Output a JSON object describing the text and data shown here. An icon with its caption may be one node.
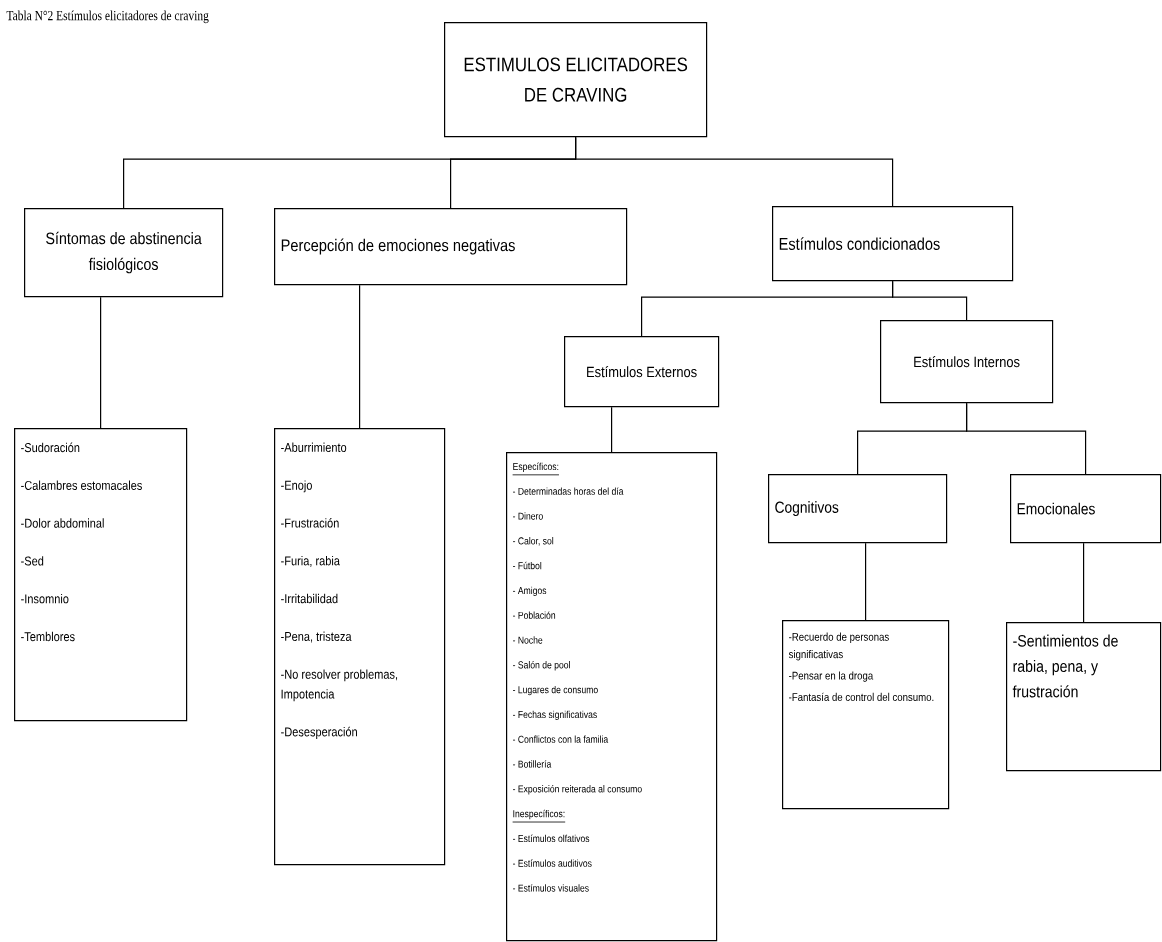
{
  "diagram": {
    "title": "Tabla N°2 Estímulos elicitadores de craving",
    "nodes": [
      {
        "text": [
          "ESTIMULOS ELICITADORES DE CRAVING"
        ]
      },
      {
        "text": [
          "Síntomas de abstinencia fisiológicos"
        ]
      },
      {
        "text": [
          "Percepción de emociones negativas"
        ]
      },
      {
        "text": [
          "Estímulos condicionados"
        ]
      },
      {
        "text": [
          "Estímulos Externos"
        ]
      },
      {
        "text": [
          "Estímulos Internos"
        ]
      },
      {
        "text": [
          "-Sudoración",
          "-Calambres estomacales",
          "-Dolor abdominal",
          "-Sed",
          "-Insomnio",
          "-Temblores"
        ]
      },
      {
        "text": [
          "-Aburrimiento",
          "-Enojo",
          "-Frustración",
          "-Furia, rabia",
          "-Irritabilidad",
          "-Pena, tristeza",
          "-No resolver problemas, Impotencia",
          "-Desesperación"
        ]
      },
      {
        "text": [
          "Específicos:",
          "- Determinadas horas del día",
          "- Dinero",
          "- Calor, sol",
          "- Fútbol",
          "- Amigos",
          "- Población",
          "- Noche",
          "- Salón de pool",
          "- Lugares de consumo",
          "- Fechas significativas",
          "- Conflictos con la familia",
          "- Botillería",
          "- Exposición reiterada al consumo",
          "Inespecíficos:",
          "- Estímulos olfativos",
          "- Estímulos auditivos",
          "- Estímulos visuales"
        ]
      },
      {
        "text": [
          "Cognitivos"
        ]
      },
      {
        "text": [
          "Emocionales"
        ]
      },
      {
        "text": [
          "-Recuerdo de personas significativas",
          "-Pensar en la droga",
          "-Fantasía de control del consumo."
        ]
      },
      {
        "text": [
          "-Sentimientos de rabia, pena, y frustración"
        ]
      }
    ],
    "edges": [
      {
        "from": 0,
        "to": 1,
        "arrow": "none"
      },
      {
        "from": 0,
        "to": 2,
        "arrow": "none"
      },
      {
        "from": 0,
        "to": 3,
        "arrow": "none"
      },
      {
        "from": 1,
        "to": 6,
        "arrow": "none"
      },
      {
        "from": 2,
        "to": 7,
        "arrow": "none"
      },
      {
        "from": 3,
        "to": 4,
        "arrow": "none"
      },
      {
        "from": 3,
        "to": 5,
        "arrow": "none"
      },
      {
        "from": 4,
        "to": 8,
        "arrow": "none"
      },
      {
        "from": 5,
        "to": 9,
        "arrow": "none"
      },
      {
        "from": 5,
        "to": 10,
        "arrow": "none"
      },
      {
        "from": 9,
        "to": 11,
        "arrow": "none"
      },
      {
        "from": 10,
        "to": 12,
        "arrow": "none"
      }
    ]
  }
}
